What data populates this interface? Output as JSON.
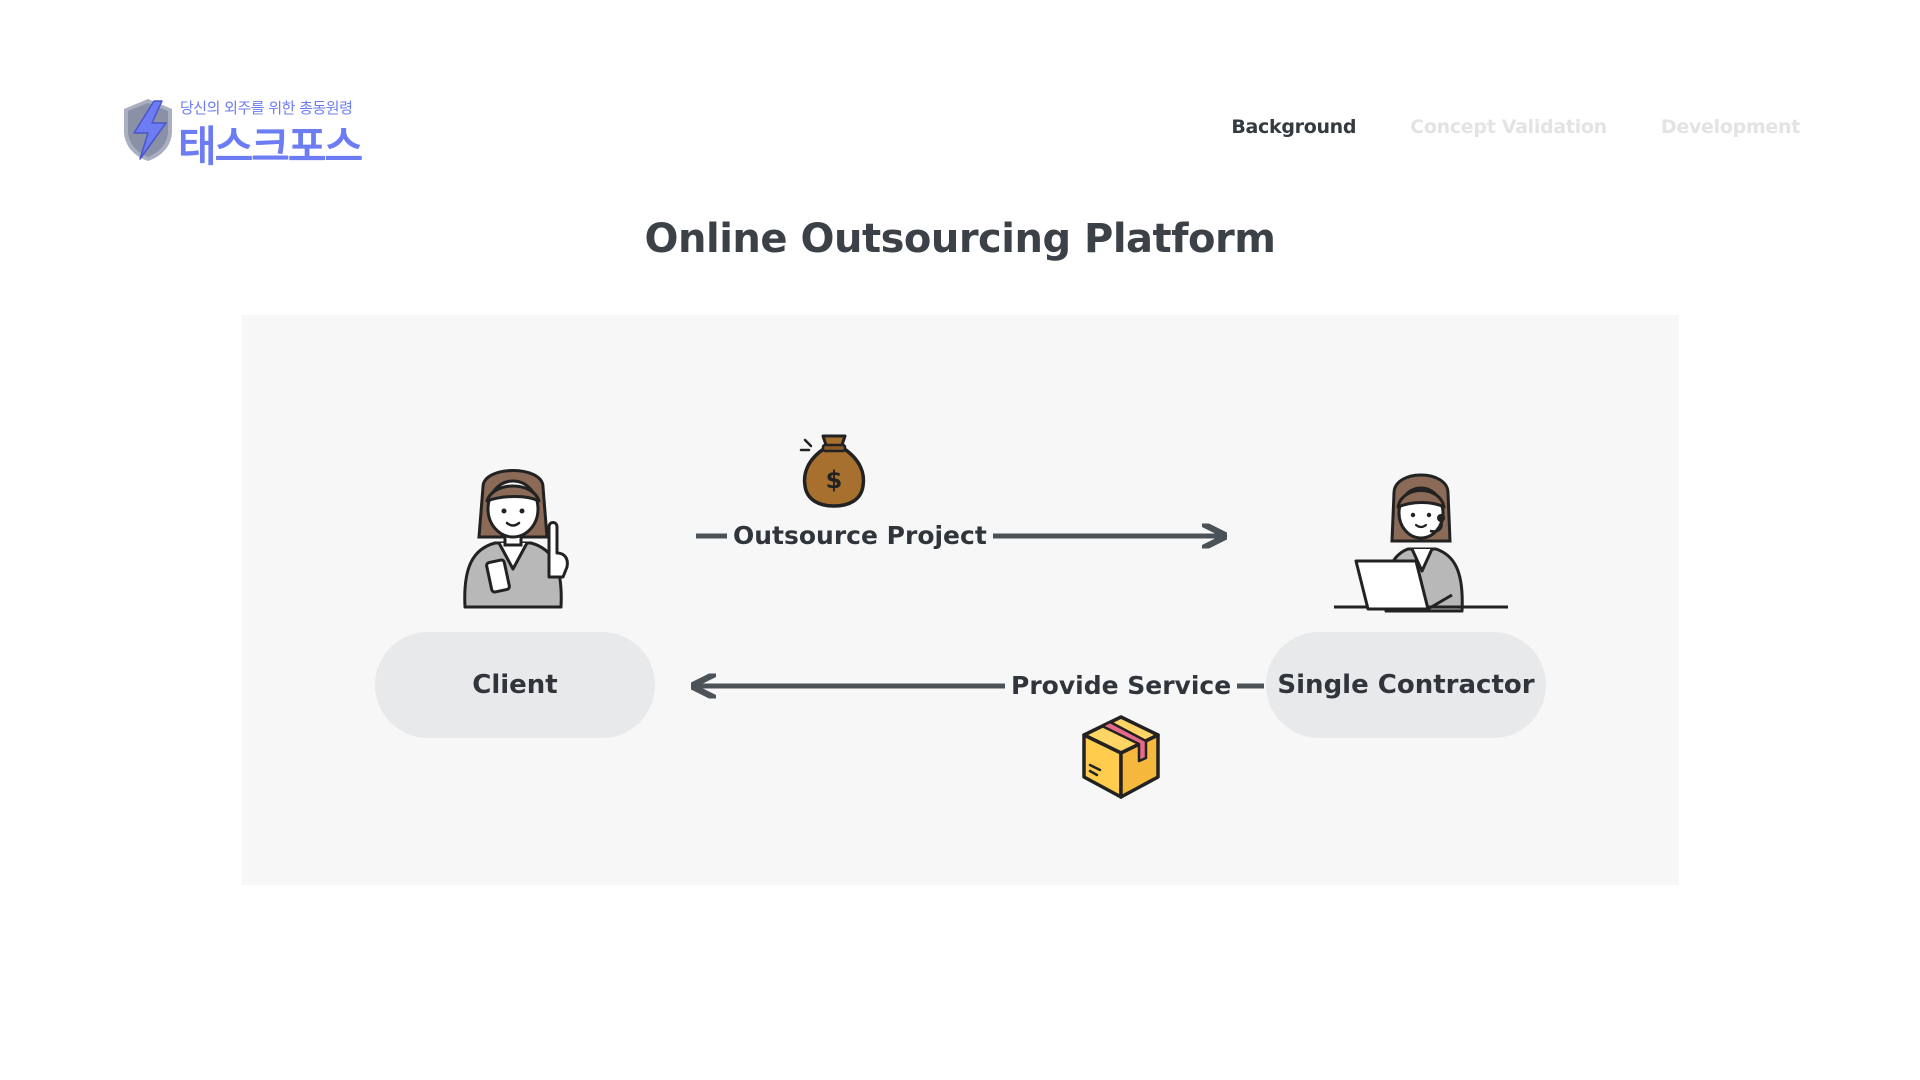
{
  "brand": {
    "tagline": "당신의 외주를 위한 총동원령",
    "name": "태스크포스",
    "color": "#6c7cf2",
    "icon": "lightning-shield-icon"
  },
  "nav": {
    "items": [
      {
        "label": "Background",
        "active": true
      },
      {
        "label": "Concept Validation",
        "active": false
      },
      {
        "label": "Development",
        "active": false
      }
    ]
  },
  "page": {
    "title": "Online Outsourcing Platform"
  },
  "diagram": {
    "nodes": {
      "client": "Client",
      "contractor": "Single Contractor"
    },
    "flows": {
      "top": {
        "label": "Outsource Project",
        "direction": "client-to-contractor",
        "icon": "money-bag-icon"
      },
      "bottom": {
        "label": "Provide Service",
        "direction": "contractor-to-client",
        "icon": "package-box-icon"
      }
    }
  }
}
